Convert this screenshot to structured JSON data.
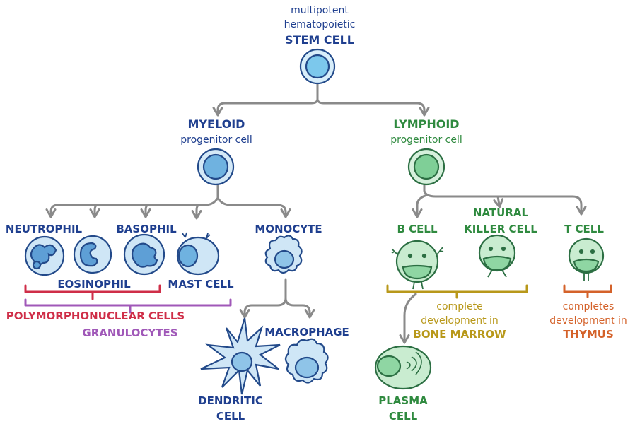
{
  "colors": {
    "blue": "#1f3f8f",
    "green": "#2f8a3f",
    "red": "#cf2e48",
    "purple": "#a058b8",
    "gold": "#b8981a",
    "orange": "#d4622a",
    "arrow": "#8a8a8a",
    "cell_blue_fill": "#c7e6f6",
    "cell_blue_nucleus": "#6fb2e0",
    "cell_green_fill": "#c9ecd0",
    "cell_green_nucleus": "#7fcf97"
  },
  "stem": {
    "line1": "multipotent",
    "line2": "hematopoietic",
    "title": "STEM CELL"
  },
  "myeloid": {
    "title": "MYELOID",
    "subtitle": "progenitor cell"
  },
  "lymphoid": {
    "title": "LYMPHOID",
    "subtitle": "progenitor cell"
  },
  "myeloid_cells": {
    "neutrophil": "NEUTROPHIL",
    "basophil": "BASOPHIL",
    "eosinophil": "EOSINOPHIL",
    "mast_cell": "MAST CELL",
    "monocyte": "MONOCYTE",
    "macrophage": "MACROPHAGE",
    "dendritic_line1": "DENDRITIC",
    "dendritic_line2": "CELL"
  },
  "groups": {
    "polymorphonuclear": "POLYMORPHONUCLEAR CELLS",
    "granulocytes": "GRANULOCYTES"
  },
  "lymphoid_cells": {
    "b_cell": "B CELL",
    "nk_line1": "NATURAL",
    "nk_line2": "KILLER CELL",
    "t_cell": "T CELL",
    "plasma_line1": "PLASMA",
    "plasma_line2": "CELL"
  },
  "notes": {
    "bone_line1": "complete",
    "bone_line2": "development in",
    "bone_line3": "BONE MARROW",
    "thymus_line1": "completes",
    "thymus_line2": "development in",
    "thymus_line3": "THYMUS"
  }
}
